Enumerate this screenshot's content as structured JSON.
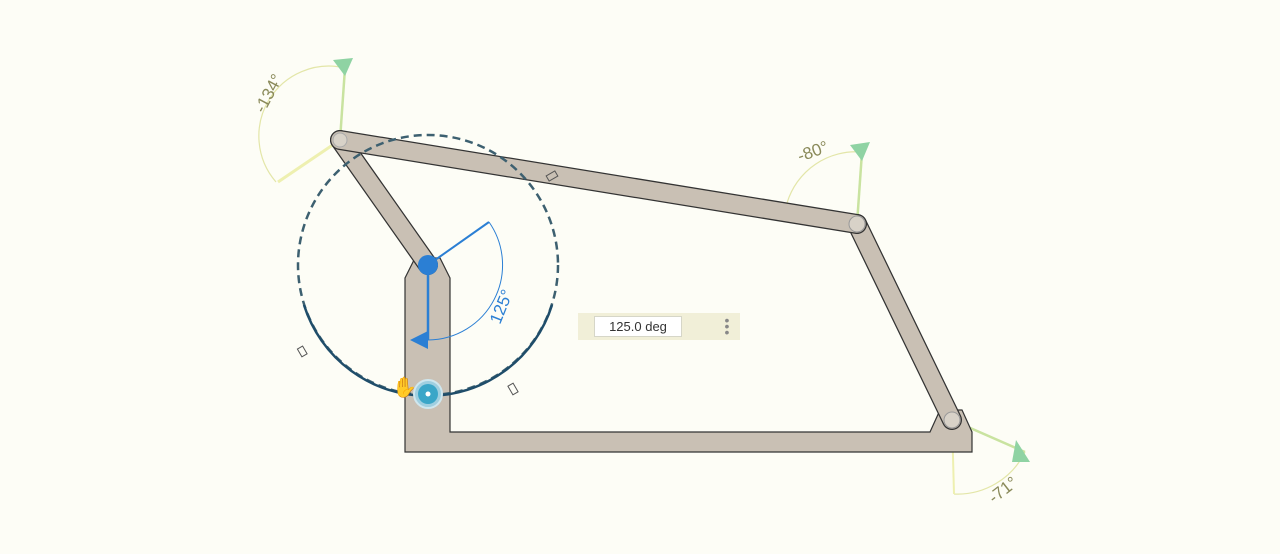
{
  "angles": {
    "input_angle": "125°",
    "joint_a": "-134°",
    "joint_b": "-80°",
    "joint_c": "-71°"
  },
  "angle_editor": {
    "value": "125.0 deg",
    "menu_icon": "vertical-dots-icon"
  },
  "colors": {
    "link": "#c9c0b4",
    "input_blue": "#2b7fd4",
    "marker_green": "#9fd69a",
    "handle_teal": "#3aa6c8"
  }
}
